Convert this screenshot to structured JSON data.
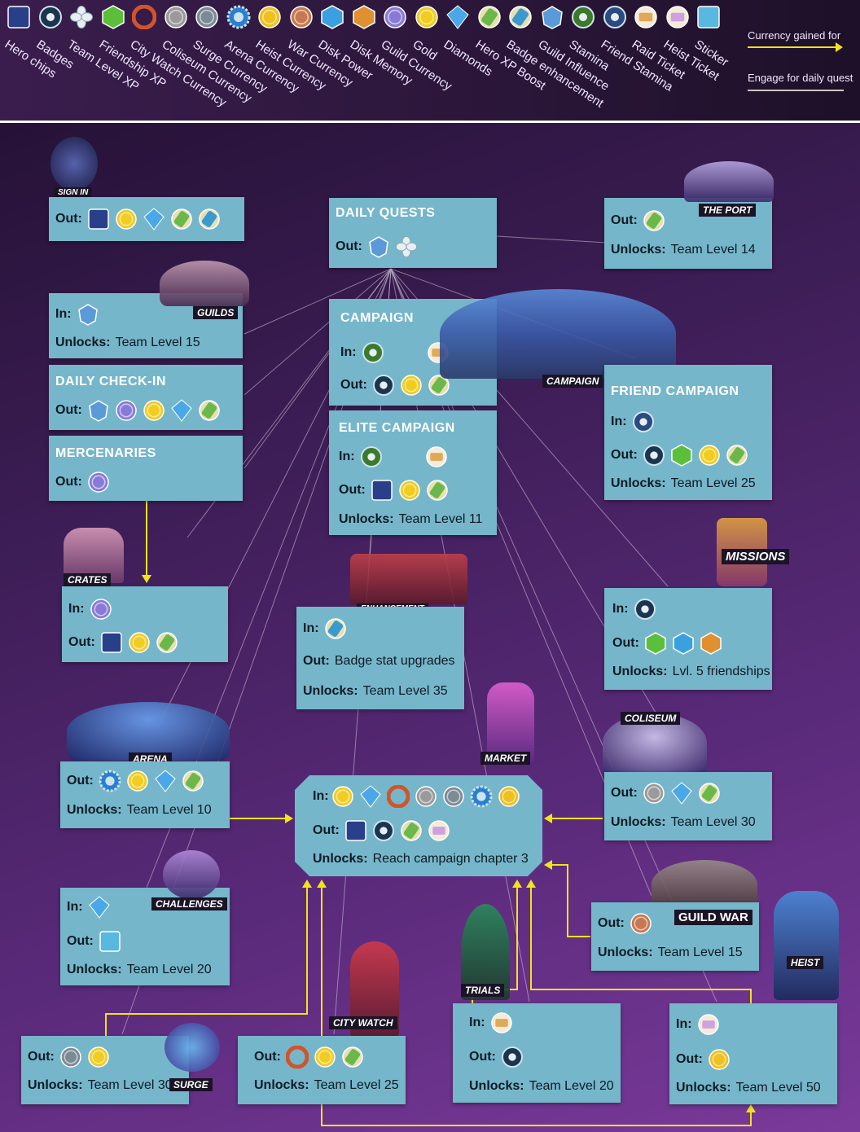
{
  "legend": {
    "items": [
      {
        "label": "Hero chips",
        "icon": "hero-chips-icon"
      },
      {
        "label": "Badges",
        "icon": "badges-icon"
      },
      {
        "label": "Team Level XP",
        "icon": "team-level-xp-icon"
      },
      {
        "label": "Friendship XP",
        "icon": "friendship-xp-icon"
      },
      {
        "label": "City Watch Currency",
        "icon": "city-watch-currency-icon"
      },
      {
        "label": "Coliseum Currency",
        "icon": "coliseum-currency-icon"
      },
      {
        "label": "Surge Currency",
        "icon": "surge-currency-icon"
      },
      {
        "label": "Arena Currency",
        "icon": "arena-currency-icon"
      },
      {
        "label": "Heist Currency",
        "icon": "heist-currency-icon"
      },
      {
        "label": "War Currency",
        "icon": "war-currency-icon"
      },
      {
        "label": "Disk Power",
        "icon": "disk-power-icon"
      },
      {
        "label": "Disk Memory",
        "icon": "disk-memory-icon"
      },
      {
        "label": "Guild Currency",
        "icon": "guild-currency-icon"
      },
      {
        "label": "Gold",
        "icon": "gold-icon"
      },
      {
        "label": "Diamonds",
        "icon": "diamonds-icon"
      },
      {
        "label": "Hero XP Boost",
        "icon": "hero-xp-boost-icon"
      },
      {
        "label": "Badge enhancement",
        "icon": "badge-enhancement-icon"
      },
      {
        "label": "Guild Influence",
        "icon": "guild-influence-icon"
      },
      {
        "label": "Stamina",
        "icon": "stamina-icon"
      },
      {
        "label": "Friend Stamina",
        "icon": "friend-stamina-icon"
      },
      {
        "label": "Raid Ticket",
        "icon": "raid-ticket-icon"
      },
      {
        "label": "Heist Ticket",
        "icon": "heist-ticket-icon"
      },
      {
        "label": "Sticker",
        "icon": "sticker-icon"
      }
    ],
    "currency_gained_for": "Currency gained for",
    "engage_for_daily_quest": "Engage for daily quest"
  },
  "colors": {
    "box": "#76b6ca",
    "yellow_arrow": "#f2e21a",
    "grey_line": "#c9c8c4",
    "hero-chips-icon": "#2a3f8a",
    "badges-icon": "#1b3550",
    "team-level-xp-icon": "#e8eef4",
    "friendship-xp-icon": "#5bbf3a",
    "city-watch-currency-icon": "#d2542a",
    "coliseum-currency-icon": "#9a9a9a",
    "surge-currency-icon": "#7c8a96",
    "arena-currency-icon": "#2a7fd0",
    "heist-currency-icon": "#f0c020",
    "war-currency-icon": "#c87850",
    "disk-power-icon": "#3aa0e0",
    "disk-memory-icon": "#e09030",
    "guild-currency-icon": "#8a7ad8",
    "gold-icon": "#f2cc20",
    "diamonds-icon": "#4aa8e8",
    "hero-xp-boost-icon": "#6ab84a",
    "badge-enhancement-icon": "#3a9ad0",
    "guild-influence-icon": "#5a9ad8",
    "stamina-icon": "#3a7a2a",
    "friend-stamina-icon": "#2a4a80",
    "raid-ticket-icon": "#e0a858",
    "heist-ticket-icon": "#d0a0e0",
    "sticker-icon": "#58b8e0"
  },
  "places": {
    "sign_in": "SIGN IN",
    "guilds": "GUILDS",
    "campaign": "CAMPAIGN",
    "the_port": "THE PORT",
    "crates": "CRATES",
    "enhancement": "ENHANCEMENT",
    "missions": "MISSIONS",
    "arena": "ARENA",
    "market": "MARKET",
    "coliseum": "COLISEUM",
    "challenges": "CHALLENGES",
    "guild_war": "GUILD WAR",
    "heist": "HEIST",
    "trials": "TRIALS",
    "city_watch": "CITY WATCH",
    "surge": "SURGE"
  },
  "labels": {
    "in": "In:",
    "out": "Out:",
    "unlocks": "Unlocks:"
  },
  "boxes": {
    "sign_in": {
      "out": [
        "hero-chips-icon",
        "gold-icon",
        "diamonds-icon",
        "hero-xp-boost-icon",
        "badge-enhancement-icon"
      ]
    },
    "daily_quests": {
      "title": "DAILY QUESTS",
      "out": [
        "guild-influence-icon",
        "team-level-xp-icon"
      ]
    },
    "the_port": {
      "out": [
        "hero-xp-boost-icon"
      ],
      "unlocks": "Team Level 14"
    },
    "guilds": {
      "in": [
        "guild-influence-icon"
      ],
      "unlocks": "Team Level 15"
    },
    "campaign": {
      "title": "CAMPAIGN",
      "in": [
        "stamina-icon",
        "raid-ticket-icon"
      ],
      "out": [
        "badges-icon",
        "gold-icon",
        "hero-xp-boost-icon"
      ]
    },
    "daily_checkin": {
      "title": "DAILY CHECK-IN",
      "out": [
        "guild-influence-icon",
        "guild-currency-icon",
        "gold-icon",
        "diamonds-icon",
        "hero-xp-boost-icon"
      ]
    },
    "elite_campaign": {
      "title": "ELITE CAMPAIGN",
      "in": [
        "stamina-icon",
        "raid-ticket-icon"
      ],
      "out": [
        "hero-chips-icon",
        "gold-icon",
        "hero-xp-boost-icon"
      ],
      "unlocks": "Team Level 11"
    },
    "friend_campaign": {
      "title": "FRIEND CAMPAIGN",
      "in": [
        "friend-stamina-icon"
      ],
      "out": [
        "badges-icon",
        "friendship-xp-icon",
        "gold-icon",
        "hero-xp-boost-icon"
      ],
      "unlocks": "Team Level 25"
    },
    "mercenaries": {
      "title": "MERCENARIES",
      "out": [
        "guild-currency-icon"
      ]
    },
    "crates": {
      "in": [
        "guild-currency-icon"
      ],
      "out": [
        "hero-chips-icon",
        "gold-icon",
        "hero-xp-boost-icon"
      ]
    },
    "enhancement": {
      "in": [
        "badge-enhancement-icon"
      ],
      "out_text": "Badge stat upgrades",
      "unlocks": "Team Level 35"
    },
    "missions": {
      "in": [
        "badges-icon"
      ],
      "out": [
        "friendship-xp-icon",
        "disk-power-icon",
        "disk-memory-icon"
      ],
      "unlocks": "Lvl. 5 friendships"
    },
    "arena": {
      "out": [
        "arena-currency-icon",
        "gold-icon",
        "diamonds-icon",
        "hero-xp-boost-icon"
      ],
      "unlocks": "Team Level 10"
    },
    "market": {
      "in": [
        "gold-icon",
        "diamonds-icon",
        "city-watch-currency-icon",
        "coliseum-currency-icon",
        "surge-currency-icon",
        "arena-currency-icon",
        "heist-currency-icon"
      ],
      "out": [
        "hero-chips-icon",
        "badges-icon",
        "hero-xp-boost-icon",
        "heist-ticket-icon"
      ],
      "unlocks": "Reach campaign chapter 3"
    },
    "coliseum": {
      "out": [
        "coliseum-currency-icon",
        "diamonds-icon",
        "hero-xp-boost-icon"
      ],
      "unlocks": "Team Level 30"
    },
    "challenges": {
      "in": [
        "diamonds-icon"
      ],
      "out": [
        "sticker-icon"
      ],
      "unlocks": "Team Level 20"
    },
    "guild_war": {
      "out": [
        "war-currency-icon"
      ],
      "unlocks": "Team Level 15"
    },
    "surge": {
      "out": [
        "surge-currency-icon",
        "gold-icon"
      ],
      "unlocks": "Team Level 30"
    },
    "city_watch": {
      "out": [
        "city-watch-currency-icon",
        "gold-icon",
        "hero-xp-boost-icon"
      ],
      "unlocks": "Team Level 25"
    },
    "trials": {
      "in": [
        "raid-ticket-icon"
      ],
      "out": [
        "badges-icon"
      ],
      "unlocks": "Team Level 20"
    },
    "heist": {
      "in": [
        "heist-ticket-icon"
      ],
      "out": [
        "heist-currency-icon"
      ],
      "unlocks": "Team Level 50"
    }
  }
}
